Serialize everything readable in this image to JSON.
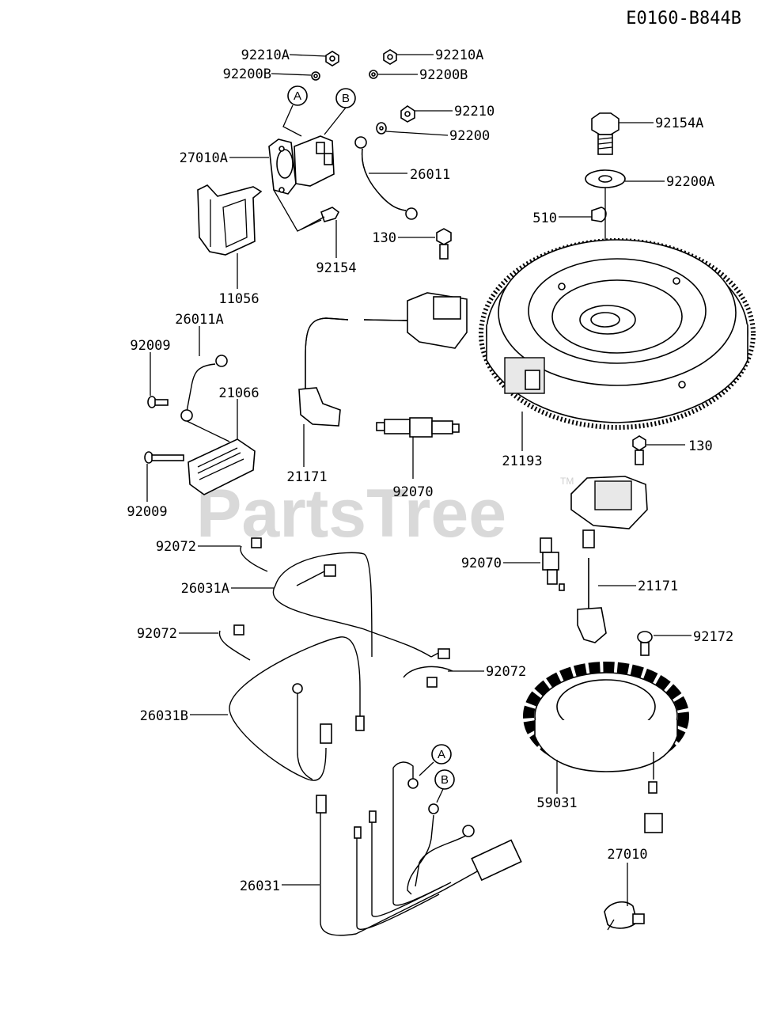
{
  "diagram_code": "E0160-B844B",
  "watermark": "PartsTree",
  "watermark_tm": "TM",
  "callouts": [
    "A",
    "B"
  ],
  "labels": {
    "p92210A_l": "92210A",
    "p92210A_r": "92210A",
    "p92200B_l": "92200B",
    "p92200B_r": "92200B",
    "p92210": "92210",
    "p92200": "92200",
    "p27010A": "27010A",
    "p26011": "26011",
    "p92154": "92154",
    "p11056": "11056",
    "p130_top": "130",
    "p92154A": "92154A",
    "p92200A": "92200A",
    "p510": "510",
    "p26011A": "26011A",
    "p92009_top": "92009",
    "p21066": "21066",
    "p21171_left": "21171",
    "p92070_left": "92070",
    "p21193": "21193",
    "p130_right": "130",
    "p92009_bottom": "92009",
    "p92072_a": "92072",
    "p26031A": "26031A",
    "p92070_right": "92070",
    "p21171_right": "21171",
    "p92072_b": "92072",
    "p92172": "92172",
    "p92072_c": "92072",
    "p26031B": "26031B",
    "p59031": "59031",
    "p27010": "27010",
    "p26031": "26031"
  }
}
